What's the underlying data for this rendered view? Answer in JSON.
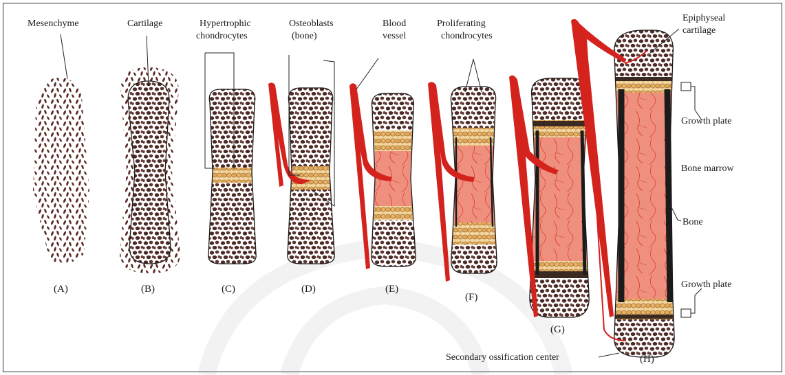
{
  "labels": {
    "mesenchyme": "Mesenchyme",
    "cartilage": "Cartilage",
    "hypertrophic_1": "Hypertrophic",
    "hypertrophic_2": "chondrocytes",
    "osteoblasts_1": "Osteoblasts",
    "osteoblasts_2": "(bone)",
    "blood_1": "Blood",
    "blood_2": "vessel",
    "proliferating_1": "Proliferating",
    "proliferating_2": "chondrocytes",
    "epiphyseal_1": "Epiphyseal",
    "epiphyseal_2": "cartilage",
    "growth_plate_top": "Growth plate",
    "bone_marrow": "Bone marrow",
    "bone": "Bone",
    "growth_plate_bottom": "Growth plate",
    "secondary_ossification": "Secondary ossification center"
  },
  "stages": [
    "(A)",
    "(B)",
    "(C)",
    "(D)",
    "(E)",
    "(F)",
    "(G)",
    "(H)"
  ],
  "colors": {
    "cartilage_cell": "#4a2a26",
    "chondrocyte_fill": "#e8b56a",
    "marrow": "#ef8f7c",
    "vessel": "#d4221d",
    "bone_outline": "#1b1b1b",
    "border": "#2b2b2b"
  }
}
